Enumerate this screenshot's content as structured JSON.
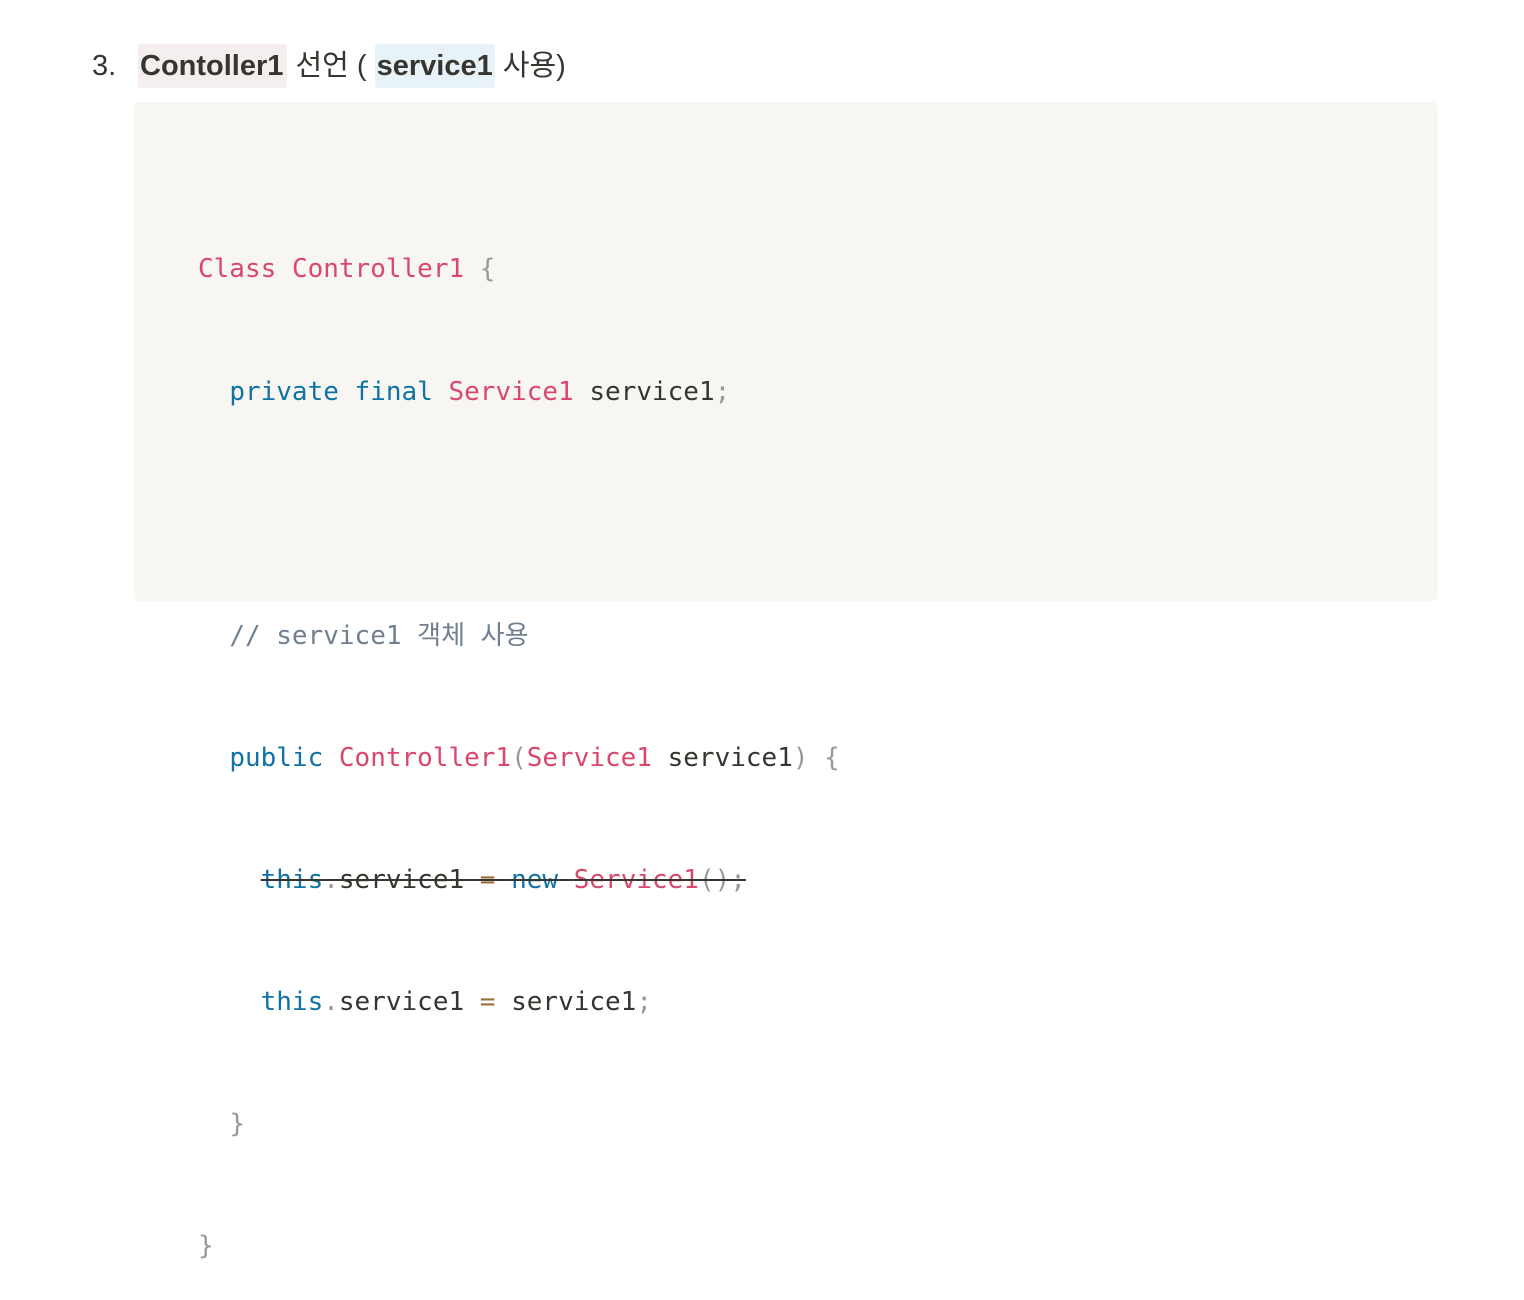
{
  "heading": {
    "number": "3.",
    "controller_name": "Contoller1",
    "declare_text": "선언 (",
    "service_name": "service1",
    "use_text": "사용)"
  },
  "code": {
    "l1_class": "Class",
    "l1_name": "Controller1",
    "l1_brace": "{",
    "l2_private": "private",
    "l2_final": "final",
    "l2_type": "Service1",
    "l2_var": "service1",
    "l2_semi": ";",
    "l4_comment": "// service1 객체 사용",
    "l5_public": "public",
    "l5_ctor": "Controller1",
    "l5_paren_open": "(",
    "l5_type": "Service1",
    "l5_param": "service1",
    "l5_paren_close": ")",
    "l5_brace": "{",
    "l6_this": "this",
    "l6_dot": ".",
    "l6_field": "service1",
    "l6_eq": "=",
    "l6_new": "new",
    "l6_type": "Service1",
    "l6_call": "();",
    "l7_this": "this",
    "l7_dot": ".",
    "l7_field": "service1",
    "l7_eq": "=",
    "l7_value": "service1",
    "l7_semi": ";",
    "l8_brace": "}",
    "l9_brace": "}"
  }
}
